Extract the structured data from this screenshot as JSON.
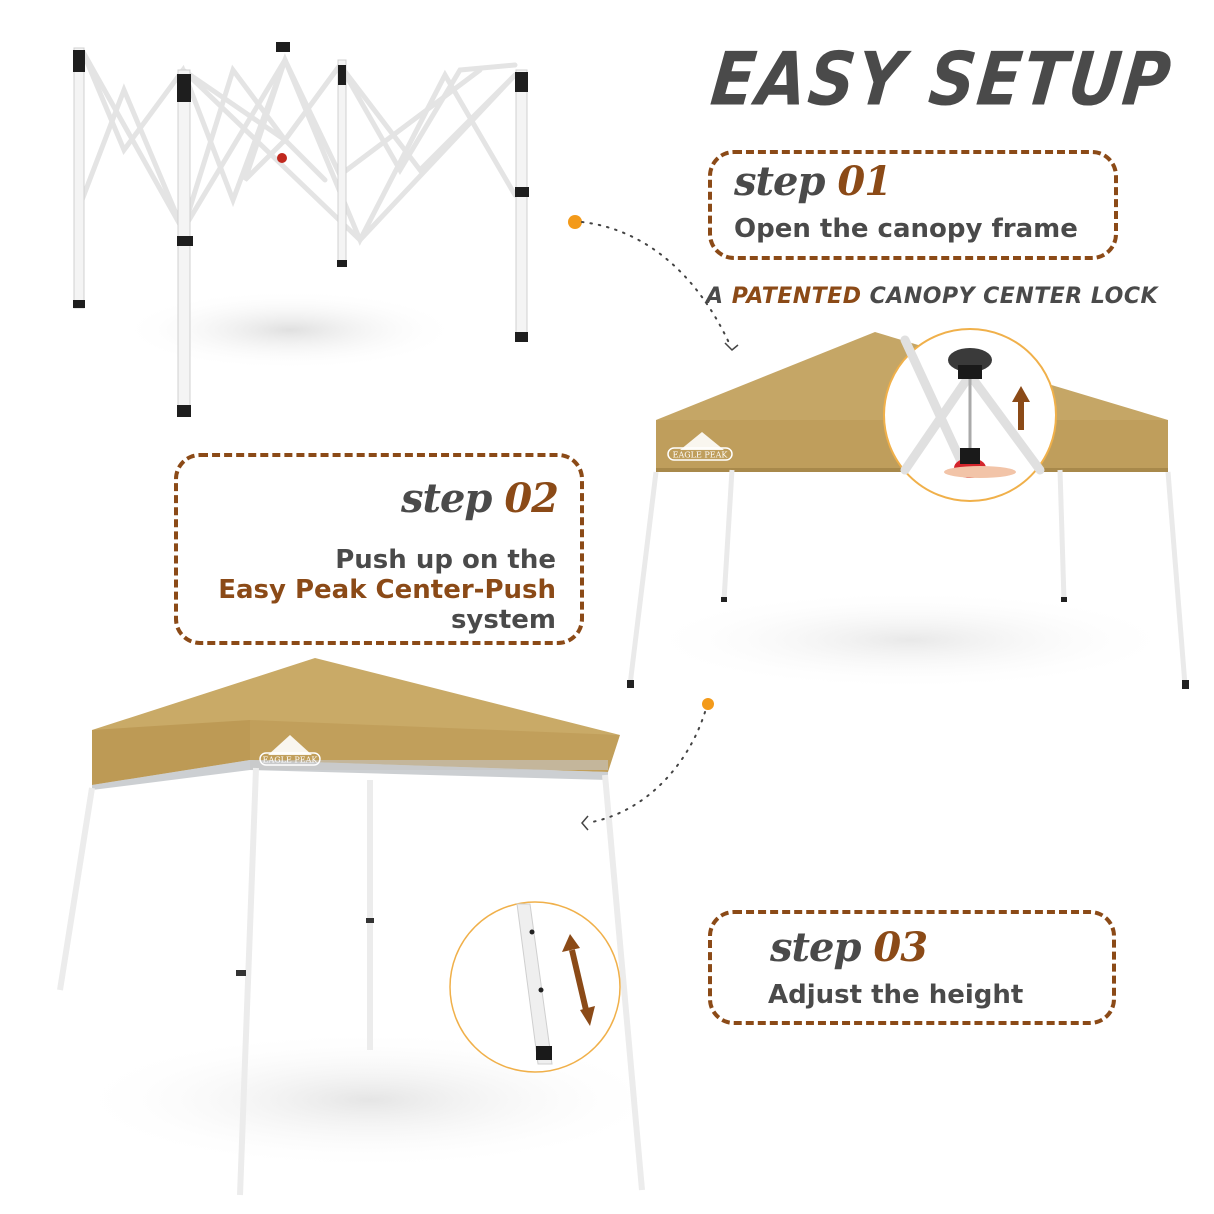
{
  "title": "EASY SETUP",
  "tagline": {
    "prefix": "A",
    "highlight": "PATENTED",
    "suffix": "CANOPY CENTER LOCK"
  },
  "steps": [
    {
      "word": "step",
      "number": "01",
      "lines": [
        "Open the canopy frame"
      ]
    },
    {
      "word": "step",
      "number": "02",
      "line1": "Push up on the",
      "line2_highlight": "Easy Peak Center-Push",
      "line3": "system"
    },
    {
      "word": "step",
      "number": "03",
      "lines": [
        "Adjust the height"
      ]
    }
  ],
  "brand_logo": "EAGLE PEAK",
  "images": {
    "frame": "open-canopy-frame-image",
    "canopy_step2": "canopy-with-center-lock-inset",
    "canopy_step3": "canopy-with-leg-height-inset"
  },
  "colors": {
    "accent_brown": "#8b4a17",
    "text_gray": "#4a4a4a",
    "canopy_tan": "#c4a463",
    "dot_orange": "#f39a1a",
    "inset_ring": "#f0b04a"
  }
}
